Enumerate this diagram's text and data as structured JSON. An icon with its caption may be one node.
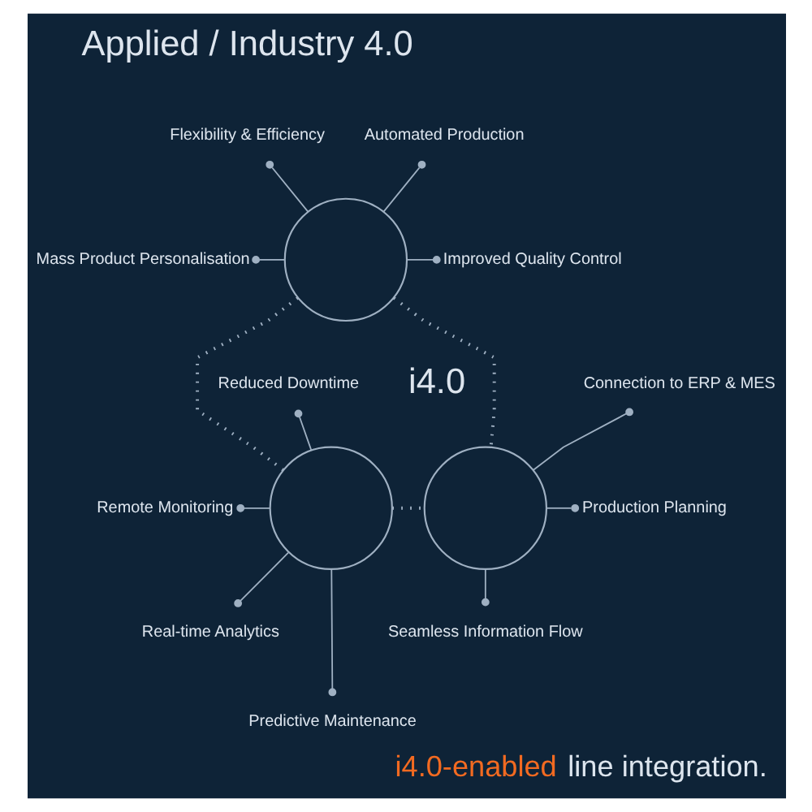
{
  "diagram": {
    "title": "Applied / Industry 4.0",
    "caption": "i4.0-enabled line integration.",
    "nodes": [
      {
        "text": [
          "Flexibility & Efficiency"
        ]
      },
      {
        "text": [
          "Automated Production"
        ]
      },
      {
        "text": [
          "Mass Product Personalisation"
        ]
      },
      {
        "text": [
          "Improved Quality Control"
        ]
      },
      {
        "text": [],
        "shape": "circle"
      },
      {
        "text": [
          "Reduced Downtime"
        ]
      },
      {
        "text": [
          "Connection to ERP & MES"
        ]
      },
      {
        "text": [
          "Remote Monitoring"
        ]
      },
      {
        "text": [],
        "shape": "circle"
      },
      {
        "text": [],
        "shape": "circle"
      },
      {
        "text": [
          "Production Planning"
        ]
      },
      {
        "text": [
          "Real-time Analytics"
        ]
      },
      {
        "text": [
          "Seamless Information Flow"
        ]
      },
      {
        "text": [
          "Predictive Maintenance"
        ]
      }
    ],
    "edges": [
      {
        "from": 0,
        "to": 4,
        "arrow": "other"
      },
      {
        "from": 1,
        "to": 4,
        "arrow": "other"
      },
      {
        "from": 2,
        "to": 4,
        "arrow": "other"
      },
      {
        "from": 4,
        "to": 3,
        "arrow": "other"
      },
      {
        "from": 4,
        "to": 8,
        "arrow": "none",
        "style": "dashed"
      },
      {
        "from": 4,
        "to": 9,
        "arrow": "none",
        "style": "dashed"
      },
      {
        "from": 5,
        "to": 8,
        "arrow": "other"
      },
      {
        "from": 6,
        "to": 9,
        "arrow": "other"
      },
      {
        "from": 7,
        "to": 8,
        "arrow": "other"
      },
      {
        "from": 8,
        "to": 9,
        "arrow": "none",
        "style": "dashed"
      },
      {
        "from": 9,
        "to": 10,
        "arrow": "other"
      },
      {
        "from": 8,
        "to": 11,
        "arrow": "other"
      },
      {
        "from": 8,
        "to": 13,
        "arrow": "other"
      },
      {
        "from": 9,
        "to": 12,
        "arrow": "other"
      }
    ],
    "labels": [
      "i4.0"
    ]
  }
}
